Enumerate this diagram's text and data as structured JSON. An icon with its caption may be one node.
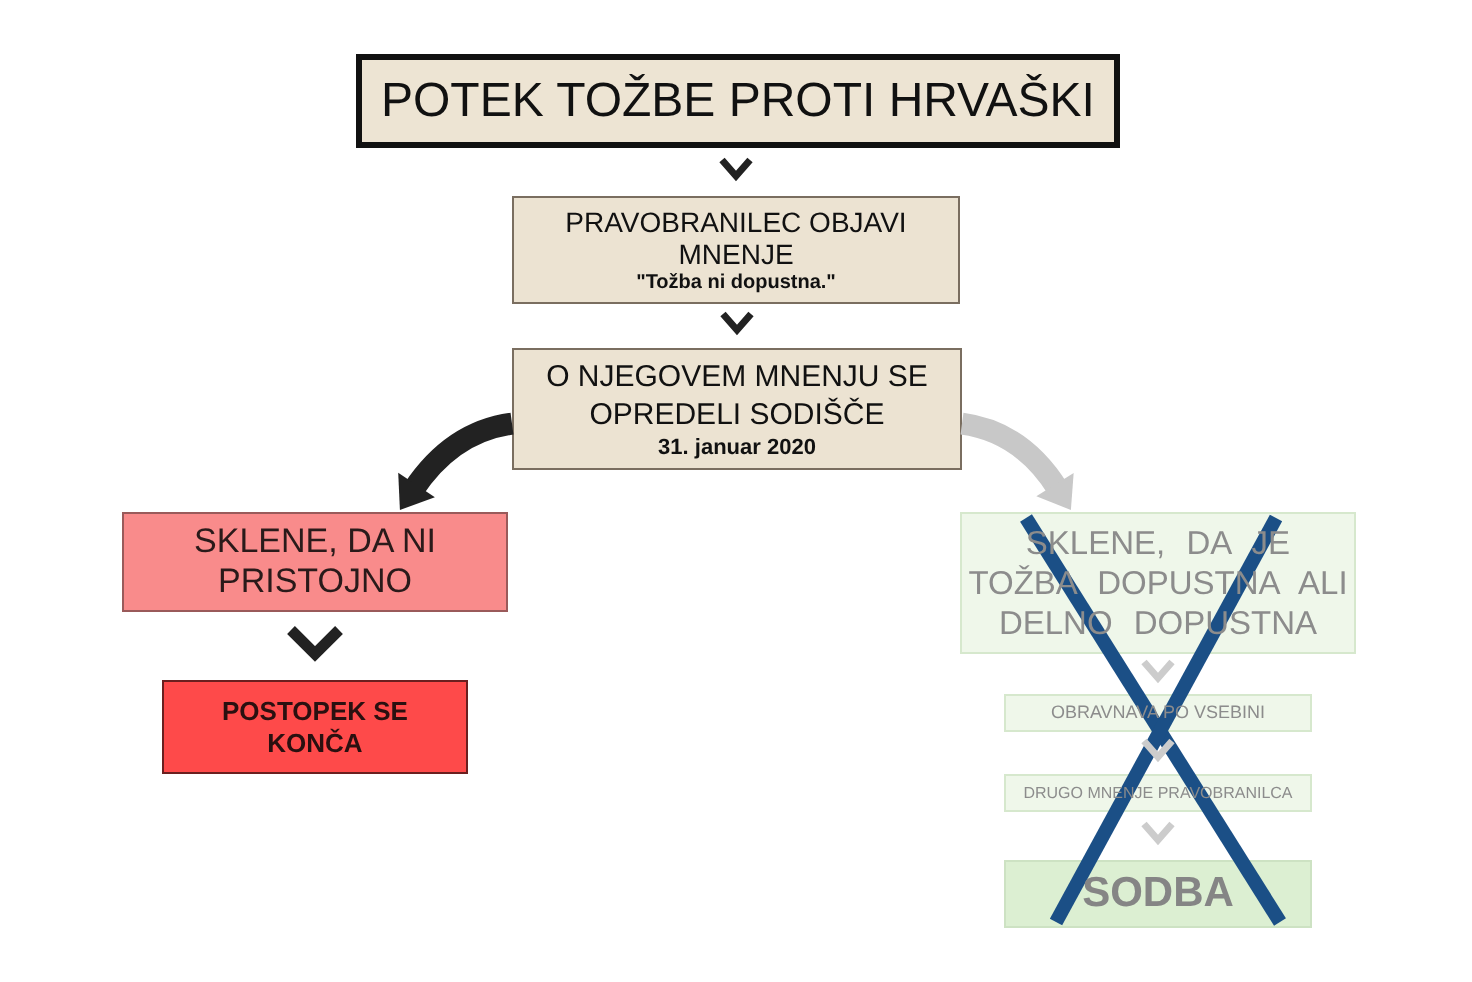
{
  "diagram": {
    "nodes": [
      {
        "text": [
          "POTEK TOŽBE PROTI HRVAŠKI"
        ]
      },
      {
        "text": [
          "PRAVOBRANILEC OBJAVI MNENJE",
          "\"Tožba ni dopustna.\""
        ]
      },
      {
        "text": [
          "O NJEGOVEM MNENJU SE OPREDELI SODIŠČE",
          "31. januar 2020"
        ]
      },
      {
        "text": [
          "SKLENE, DA NI PRISTOJNO"
        ]
      },
      {
        "text": [
          "POSTOPEK SE KONČA"
        ]
      },
      {
        "text": [
          "SKLENE, DA JE TOŽBA DOPUSTNA ALI DELNO DOPUSTNA"
        ]
      },
      {
        "text": [
          "OBRAVNAVA PO VSEBINI"
        ]
      },
      {
        "text": [
          "DRUGO MNENJE PRAVOBRANILCA"
        ]
      },
      {
        "text": [
          "SODBA"
        ]
      }
    ],
    "edges": [
      {
        "from": 0,
        "to": 1,
        "arrow": "to"
      },
      {
        "from": 1,
        "to": 2,
        "arrow": "to"
      },
      {
        "from": 2,
        "to": 3,
        "arrow": "to",
        "style": "thick"
      },
      {
        "from": 2,
        "to": 5,
        "arrow": "to",
        "style": "thick",
        "color": "#c8c8c8"
      },
      {
        "from": 3,
        "to": 4,
        "arrow": "to"
      },
      {
        "from": 5,
        "to": 6,
        "arrow": "to",
        "color": "#cccccc"
      },
      {
        "from": 6,
        "to": 7,
        "arrow": "to",
        "color": "#cccccc"
      },
      {
        "from": 7,
        "to": 8,
        "arrow": "to",
        "color": "#cccccc"
      }
    ]
  }
}
